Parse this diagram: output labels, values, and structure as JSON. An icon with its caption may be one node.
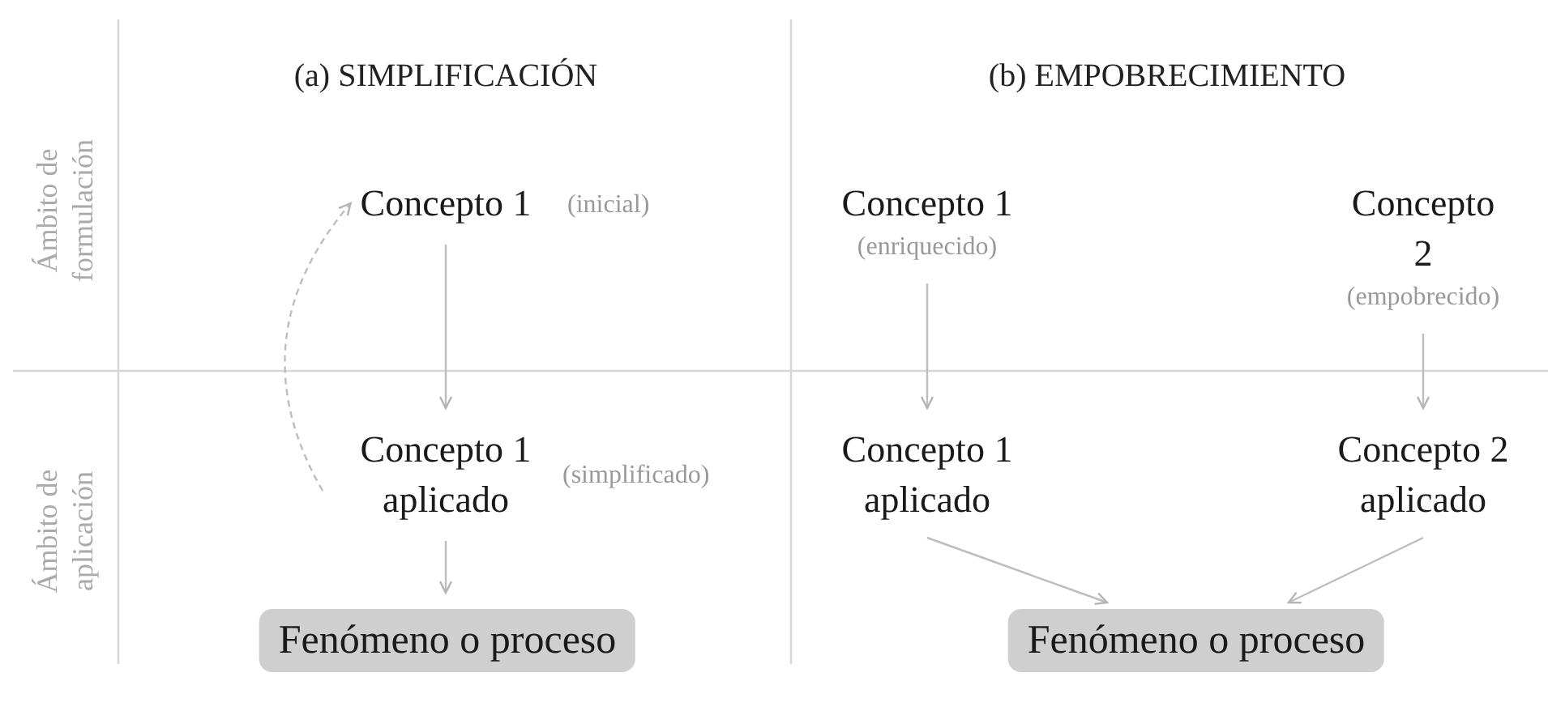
{
  "diagram": {
    "nodes": [
      {
        "text": [
          "Concepto 1"
        ],
        "beside": [
          "(inicial)"
        ]
      },
      {
        "text": [
          "Concepto 1 aplicado"
        ],
        "beside": [
          "(simplificado)"
        ]
      },
      {
        "text": [
          "Fenómeno o proceso"
        ]
      },
      {
        "text": [
          "Concepto 1"
        ],
        "beside": [
          "(enriquecido)"
        ]
      },
      {
        "text": [
          "Concepto 2"
        ],
        "beside": [
          "(empobrecido)"
        ]
      },
      {
        "text": [
          "Concepto 1 aplicado"
        ]
      },
      {
        "text": [
          "Concepto 2 aplicado"
        ]
      },
      {
        "text": [
          "Fenómeno o proceso"
        ]
      }
    ],
    "edges": [
      {
        "from": 0,
        "to": 1,
        "arrow": "to"
      },
      {
        "from": 1,
        "to": 2,
        "arrow": "to"
      },
      {
        "from": 1,
        "to": 0,
        "arrow": "to",
        "style": "dashed"
      },
      {
        "from": 3,
        "to": 5,
        "arrow": "to"
      },
      {
        "from": 4,
        "to": 6,
        "arrow": "to"
      },
      {
        "from": 5,
        "to": 7,
        "arrow": "to"
      },
      {
        "from": 6,
        "to": 7,
        "arrow": "to"
      }
    ],
    "labels": [
      "(a) SIMPLIFICACIÓN",
      "(b) EMPOBRECIMIENTO",
      "Ámbito de formulación",
      "Ámbito de aplicación"
    ]
  }
}
